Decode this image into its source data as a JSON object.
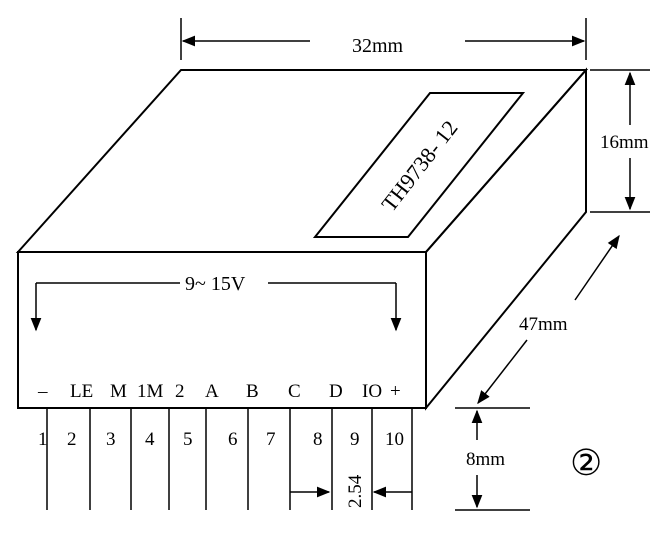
{
  "dimensions": {
    "width": "32mm",
    "height": "16mm",
    "depth": "47mm",
    "pin_length": "8mm",
    "pin_pitch": "2.54"
  },
  "model_label": "TH9738- 12",
  "supply_label": "9~ 15V",
  "pin_labels": [
    "–",
    "LE",
    "M",
    "1M",
    "2",
    "A",
    "B",
    "C",
    "D",
    "IO",
    "+"
  ],
  "pin_numbers": [
    "1",
    "2",
    "3",
    "4",
    "5",
    "6",
    "7",
    "8",
    "9",
    "10"
  ],
  "figure_marker": "②"
}
